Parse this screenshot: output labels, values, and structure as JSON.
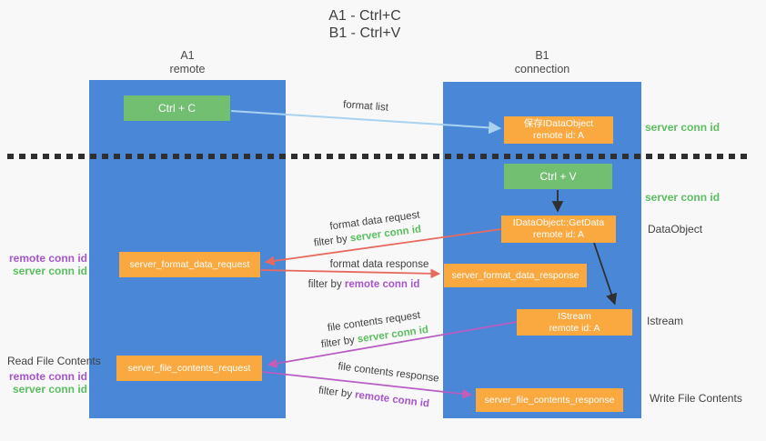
{
  "title": {
    "line1": "A1 - Ctrl+C",
    "line2": "B1 - Ctrl+V"
  },
  "columns": {
    "left": {
      "title": "A1",
      "subtitle": "remote"
    },
    "right": {
      "title": "B1",
      "subtitle": "connection"
    }
  },
  "nodes": {
    "ctrl_c": "Ctrl + C",
    "ctrl_v": "Ctrl + V",
    "save_dataobject_line1": "保存IDataObject",
    "save_dataobject_line2": "remote id: A",
    "getdata_line1": "IDataObject::GetData",
    "getdata_line2": "remote id: A",
    "istream_line1": "IStream",
    "istream_line2": "remote id: A",
    "format_request": "server_format_data_request",
    "format_response": "server_format_data_response",
    "file_request": "server_file_contents_request",
    "file_response": "server_file_contents_response"
  },
  "flow_labels": {
    "format_list": "format list",
    "format_data_request": "format data request",
    "format_data_response": "format data response",
    "file_contents_request": "file contents request",
    "file_contents_response": "file contents response"
  },
  "terms": {
    "filter_by": "filter by",
    "server_conn_id": "server conn id",
    "remote_conn_id": "remote conn id"
  },
  "side_labels": {
    "dataobject": "DataObject",
    "istream": "Istream",
    "read_file_contents": "Read File Contents",
    "write_file_contents": "Write File Contents"
  },
  "colors": {
    "column_blue": "#4b87d7",
    "box_orange": "#f9a940",
    "box_green": "#72bf72",
    "arrow_light_blue": "#a8d2f0",
    "arrow_red": "#e86a5e",
    "arrow_purple": "#b95cc4",
    "arrow_black": "#2f2f2f",
    "label_green": "#5abf5f",
    "label_purple": "#a655cc",
    "dotted_line": "#2f2f2f",
    "background": "#f8f8f8"
  }
}
